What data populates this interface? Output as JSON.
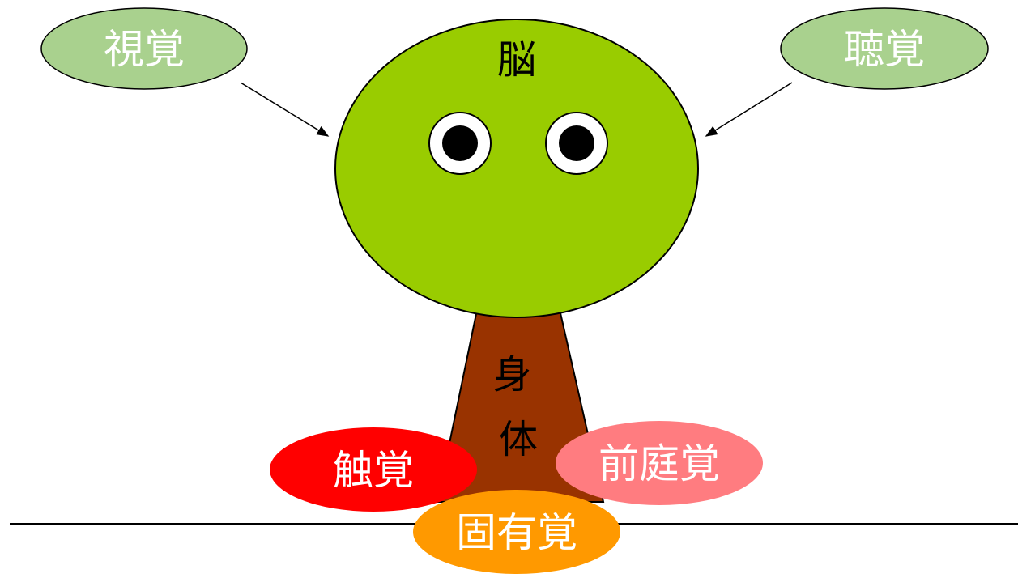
{
  "labels": {
    "brain": "脳",
    "body": "身体",
    "vision": "視覚",
    "hearing": "聴覚",
    "touch": "触覚",
    "vestibular": "前庭覚",
    "proprioception": "固有覚"
  },
  "colors": {
    "brain_fill": "#99cc00",
    "trunk_fill": "#993300",
    "vision_fill": "#a9d18e",
    "hearing_fill": "#a9d18e",
    "touch_fill": "#ff0000",
    "vestibular_fill": "#ff7c80",
    "proprioception_fill": "#ff9900",
    "outline": "#000000",
    "label_on_color": "#ffffff",
    "label_dark": "#000000"
  }
}
